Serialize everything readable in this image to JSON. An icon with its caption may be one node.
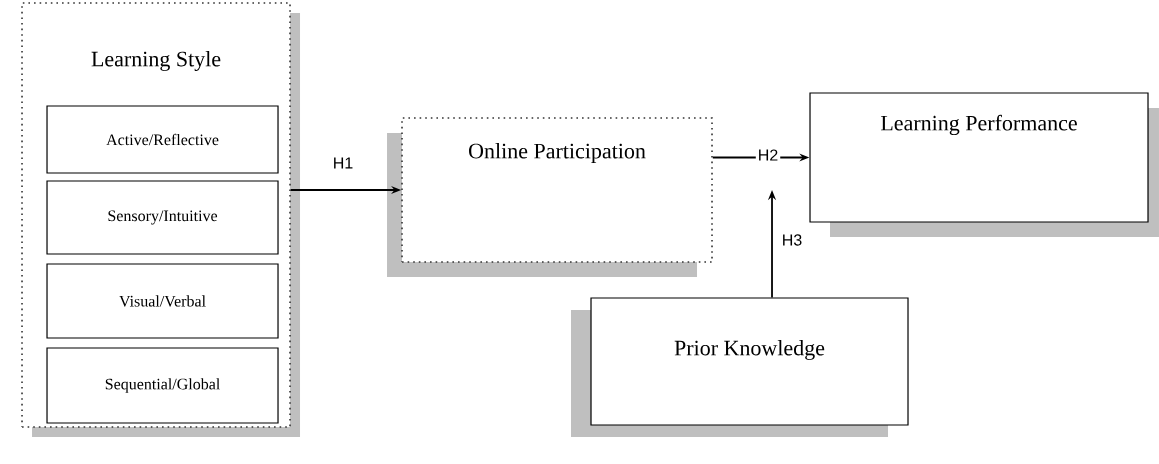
{
  "diagram": {
    "nodes": [
      {
        "text": [
          "Learning Style"
        ]
      },
      {
        "text": [
          "Active/Reflective"
        ],
        "in": 0
      },
      {
        "text": [
          "Sensory/Intuitive"
        ],
        "in": 0
      },
      {
        "text": [
          "Visual/Verbal"
        ],
        "in": 0
      },
      {
        "text": [
          "Sequential/Global"
        ],
        "in": 0
      },
      {
        "text": [
          "Online Participation"
        ]
      },
      {
        "text": [
          "Learning Performance"
        ]
      },
      {
        "text": [
          "Prior Knowledge"
        ]
      }
    ],
    "edges": [
      {
        "from": 0,
        "to": 5,
        "arrow": "to",
        "label": "H1"
      },
      {
        "from": 5,
        "to": 6,
        "arrow": "to",
        "label": "H2"
      },
      {
        "from": 7,
        "to": null,
        "arrow": "to",
        "label": "H3"
      }
    ]
  }
}
